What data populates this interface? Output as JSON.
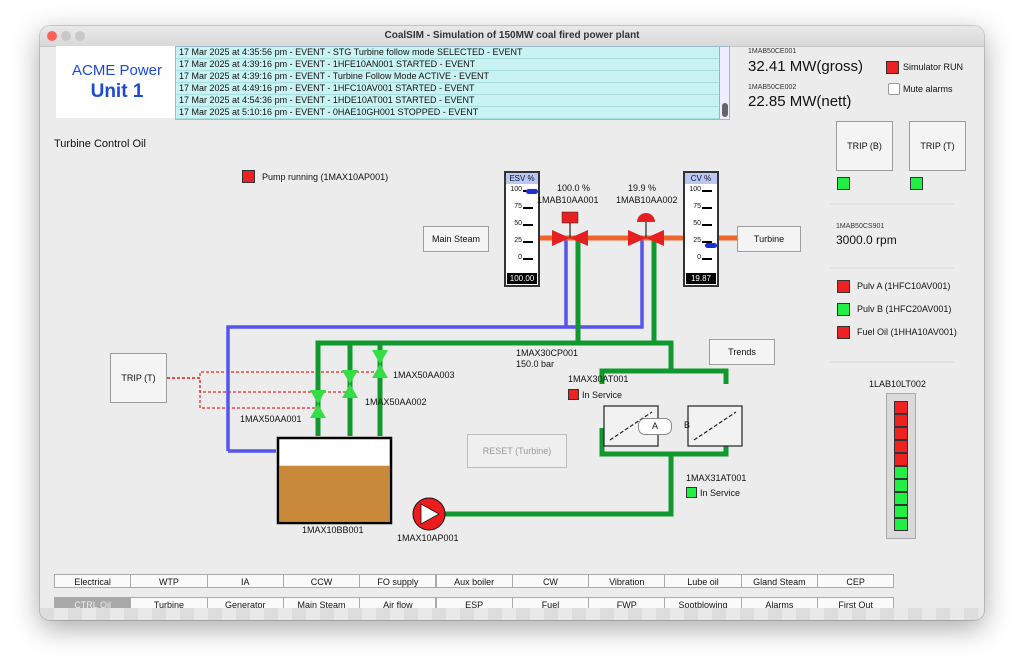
{
  "window": {
    "title": "CoalSIM - Simulation of 150MW coal fired power plant"
  },
  "company": {
    "name": "ACME Power",
    "unit": "Unit 1"
  },
  "events": [
    "17 Mar 2025 at 4:35:56 pm - EVENT - STG Turbine follow mode SELECTED - EVENT",
    "17 Mar 2025 at 4:39:16 pm - EVENT - 1HFE10AN001 STARTED - EVENT",
    "17 Mar 2025 at 4:39:16 pm - EVENT - Turbine Follow Mode ACTIVE - EVENT",
    "17 Mar 2025 at 4:49:16 pm - EVENT - 1HFC10AV001 STARTED - EVENT",
    "17 Mar 2025 at 4:54:36 pm - EVENT - 1HDE10AT001 STARTED - EVENT",
    "17 Mar 2025 at 5:10:16 pm - EVENT - 0HAE10GH001 STOPPED - EVENT"
  ],
  "power": {
    "gross_tag": "1MAB50CE001",
    "gross_value": "32.41 MW(gross)",
    "nett_tag": "1MAB50CE002",
    "nett_value": "22.85 MW(nett)"
  },
  "status": {
    "sim_run_label": "Simulator RUN",
    "mute_label": "Mute alarms"
  },
  "diagram": {
    "title": "Turbine Control Oil",
    "pump_running_label": "Pump running (1MAX10AP001)",
    "main_steam_label": "Main Steam",
    "turbine_label": "Turbine",
    "esv": {
      "header": "ESV %",
      "value": "100.00",
      "percent_label": "100.0 %",
      "tag": "1MAB10AA001",
      "level": 1.0
    },
    "cv": {
      "header": "CV %",
      "value": "19.87",
      "percent_label": "19.9 %",
      "tag": "1MAB10AA002",
      "level": 0.1987
    },
    "gauge_ticks": [
      "100",
      "75",
      "50",
      "25",
      "0"
    ],
    "header_tag": "1MAX30CP001",
    "header_pressure": "150.0 bar",
    "valve_tags": [
      "1MAX50AA003",
      "1MAX50AA002",
      "1MAX50AA001"
    ],
    "trip_t_label": "TRIP (T)",
    "reset_label": "RESET (Turbine)",
    "filter1_tag": "1MAX30AT001",
    "filter1_status": "In Service",
    "filter2_tag": "1MAX31AT001",
    "filter2_status": "In Service",
    "filter_a": "A",
    "filter_b": "B",
    "tank_tag": "1MAX10BB001",
    "pump_tag": "1MAX10AP001",
    "trends_label": "Trends",
    "tank_level": 0.68
  },
  "right_panel": {
    "trip_b_label": "TRIP (B)",
    "trip_t_label": "TRIP (T)",
    "speed_tag": "1MAB50CS901",
    "speed_value": "3000.0 rpm",
    "mills": [
      {
        "label": "Pulv A (1HFC10AV001)",
        "color": "#ee2222"
      },
      {
        "label": "Pulv B (1HFC20AV001)",
        "color": "#22ee44"
      },
      {
        "label": "Fuel Oil (1HHA10AV001)",
        "color": "#ee2222"
      }
    ],
    "level_tag": "1LAB10LT002",
    "level_bars": [
      "red",
      "red",
      "red",
      "red",
      "red",
      "green",
      "green",
      "green",
      "green",
      "green"
    ]
  },
  "tabs_row1": [
    "Electrical",
    "WTP",
    "IA",
    "CCW",
    "FO supply",
    "Aux boiler",
    "CW",
    "Vibration",
    "Lube oil",
    "Gland Steam",
    "CEP"
  ],
  "tabs_row2": [
    "CTRL Oil",
    "Turbine",
    "Generator",
    "Main Steam",
    "Air flow",
    "ESP",
    "Fuel",
    "FWP",
    "Sootblowing",
    "Alarms",
    "First Out"
  ],
  "active_tab": "CTRL Oil"
}
